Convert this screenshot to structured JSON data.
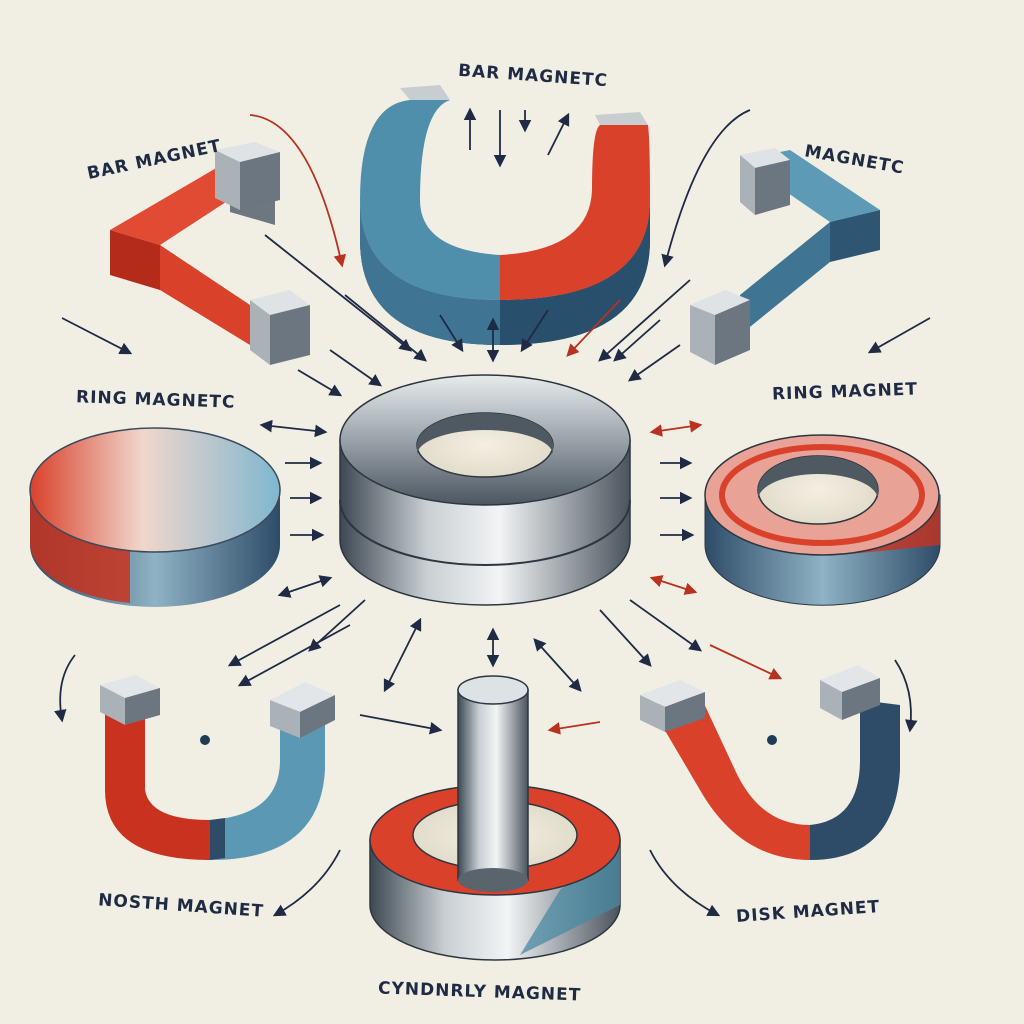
{
  "labels": {
    "top": "BAR MAGNETC",
    "top_left": "BAR MAGNET",
    "top_right": "MAGNETC",
    "mid_left": "RING MAGNETC",
    "mid_right": "RING MAGNET",
    "bottom_left": "NOSTH MAGNET",
    "bottom_right": "DISK MAGNET",
    "bottom": "CYNDNRLY MAGNET"
  },
  "colors": {
    "red": "#d9412b",
    "blue": "#4a8aa3",
    "steel": "#8d959c",
    "ink": "#1f2a44",
    "background": "#f1efe4"
  }
}
